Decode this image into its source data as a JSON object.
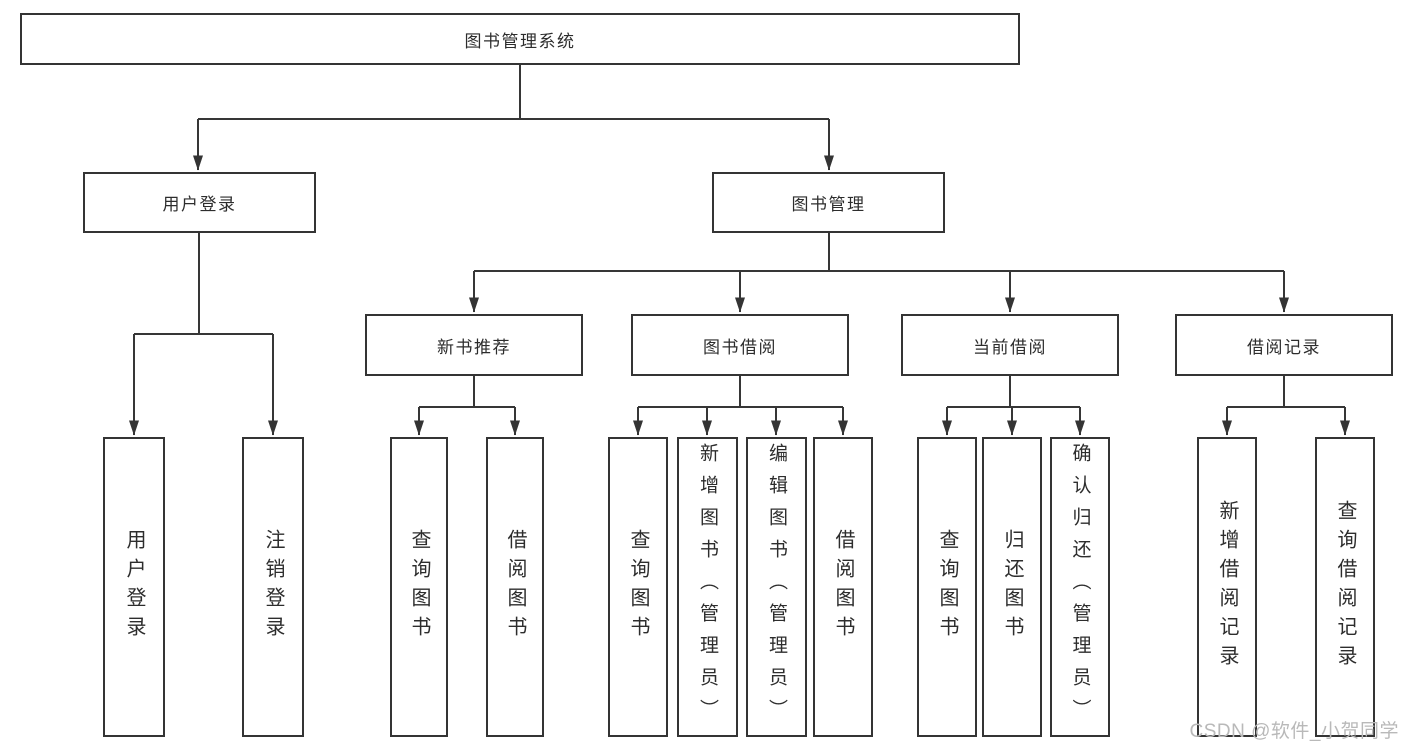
{
  "diagram": {
    "title": "图书管理系统",
    "type": "function-structure-tree",
    "colors": {
      "line": "#363636",
      "text": "#2d2d2d",
      "box_background": "#ffffff",
      "watermark": "#b9b9b9"
    },
    "tree": {
      "label": "图书管理系统",
      "children": [
        {
          "label": "用户登录",
          "children": [
            {
              "label": "用户登录"
            },
            {
              "label": "注销登录"
            }
          ]
        },
        {
          "label": "图书管理",
          "children": [
            {
              "label": "新书推荐",
              "children": [
                {
                  "label": "查询图书"
                },
                {
                  "label": "借阅图书"
                }
              ]
            },
            {
              "label": "图书借阅",
              "children": [
                {
                  "label": "查询图书"
                },
                {
                  "label": "新增图书（管理员）"
                },
                {
                  "label": "编辑图书（管理员）"
                },
                {
                  "label": "借阅图书"
                }
              ]
            },
            {
              "label": "当前借阅",
              "children": [
                {
                  "label": "查询图书"
                },
                {
                  "label": "归还图书"
                },
                {
                  "label": "确认归还（管理员）"
                }
              ]
            },
            {
              "label": "借阅记录",
              "children": [
                {
                  "label": "新增借阅记录"
                },
                {
                  "label": "查询借阅记录"
                }
              ]
            }
          ]
        }
      ]
    },
    "watermark": {
      "text": "CSDN @软件_小贺同学"
    }
  }
}
